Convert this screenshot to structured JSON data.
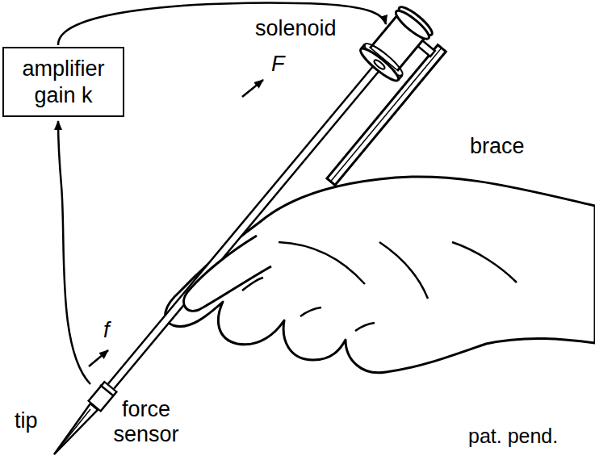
{
  "diagram": {
    "nodes": [
      {
        "text": [
          "amplifier gain k"
        ]
      }
    ],
    "labels": [
      "solenoid",
      "F",
      "brace",
      "f",
      "tip",
      "force sensor",
      "pat. pend."
    ]
  }
}
